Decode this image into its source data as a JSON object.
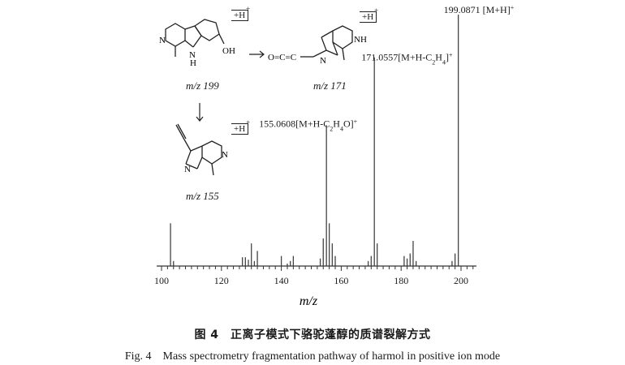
{
  "chart_data": {
    "type": "bar",
    "xlabel": "m/z",
    "xlim": [
      97,
      205
    ],
    "ylim": [
      0,
      100
    ],
    "xticks": [
      100,
      120,
      140,
      160,
      180,
      200
    ],
    "peaks": [
      {
        "x": 103.0,
        "y": 17
      },
      {
        "x": 104.0,
        "y": 2
      },
      {
        "x": 127.0,
        "y": 3.5
      },
      {
        "x": 128.0,
        "y": 3.5
      },
      {
        "x": 129.0,
        "y": 2.5
      },
      {
        "x": 130.0,
        "y": 9
      },
      {
        "x": 131.0,
        "y": 2
      },
      {
        "x": 132.0,
        "y": 6
      },
      {
        "x": 140.0,
        "y": 4
      },
      {
        "x": 142.0,
        "y": 1
      },
      {
        "x": 143.0,
        "y": 2
      },
      {
        "x": 144.0,
        "y": 4
      },
      {
        "x": 153.0,
        "y": 3
      },
      {
        "x": 154.0,
        "y": 11
      },
      {
        "x": 155.0608,
        "y": 56
      },
      {
        "x": 156.0,
        "y": 17
      },
      {
        "x": 157.0,
        "y": 9
      },
      {
        "x": 158.0,
        "y": 4
      },
      {
        "x": 169.0,
        "y": 2
      },
      {
        "x": 170.0,
        "y": 4
      },
      {
        "x": 171.0557,
        "y": 83
      },
      {
        "x": 172.0,
        "y": 9
      },
      {
        "x": 181.0,
        "y": 4
      },
      {
        "x": 182.0,
        "y": 3
      },
      {
        "x": 183.0,
        "y": 5
      },
      {
        "x": 184.0,
        "y": 10
      },
      {
        "x": 185.0,
        "y": 2
      },
      {
        "x": 197.0,
        "y": 2
      },
      {
        "x": 198.0,
        "y": 5
      },
      {
        "x": 199.0871,
        "y": 100
      }
    ],
    "annotations": [
      {
        "x": 199.0871,
        "text": "199.0871 [M+H]",
        "sup": "+"
      },
      {
        "x": 171.0557,
        "text": "171.0557[M+H-C",
        "sub": "2",
        "text2": "H",
        "sub2": "4",
        "text3": "]",
        "sup": "+"
      },
      {
        "x": 155.0608,
        "text": "155.0608[M+H-C",
        "sub": "2",
        "text2": "H",
        "sub2": "4",
        "text3": "O]",
        "sup": "+"
      }
    ]
  },
  "structures": {
    "s199": {
      "label": "m/z 199"
    },
    "s171": {
      "label": "m/z 171"
    },
    "s155": {
      "label": "m/z 155"
    },
    "plus_h": "+H",
    "plus": "+",
    "atom_n": "N",
    "atom_h": "H",
    "atom_nh": "NH",
    "atom_oh": "OH",
    "ketene": "O=C=C"
  },
  "captions": {
    "cn": "图 4　正离子模式下骆驼蓬醇的质谱裂解方式",
    "en": "Fig. 4　Mass spectrometry fragmentation pathway of harmol in positive ion mode"
  }
}
